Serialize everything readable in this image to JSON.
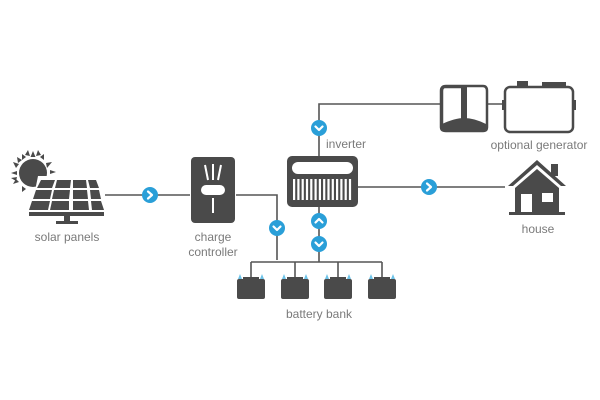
{
  "diagram": {
    "title": "Off-grid solar power system",
    "colors": {
      "icon": "#4a4a4a",
      "connector": "#555555",
      "flow_badge": "#2a9fd8",
      "label": "#7a7a7a",
      "battery_terminal": "#6ec3e8"
    },
    "nodes": {
      "solar_panels": {
        "label": "solar panels",
        "icon": "solar-panel-with-sun"
      },
      "charge_controller": {
        "label_line1": "charge",
        "label_line2": "controller",
        "icon": "charge-controller"
      },
      "inverter": {
        "label": "inverter",
        "icon": "inverter"
      },
      "generator": {
        "label": "optional generator",
        "icon": "generator"
      },
      "house": {
        "label": "house",
        "icon": "house"
      },
      "battery_bank": {
        "label": "battery bank",
        "icon": "battery",
        "count": 4
      }
    },
    "flows": [
      {
        "from": "solar_panels",
        "to": "charge_controller",
        "direction": "right"
      },
      {
        "from": "charge_controller",
        "to": "battery_bank",
        "direction": "down"
      },
      {
        "from": "generator",
        "to": "inverter",
        "direction": "down"
      },
      {
        "from": "inverter",
        "to": "house",
        "direction": "right"
      },
      {
        "from": "battery_bank",
        "to": "inverter",
        "direction": "up"
      },
      {
        "from": "inverter",
        "to": "battery_bank",
        "direction": "down"
      }
    ]
  }
}
